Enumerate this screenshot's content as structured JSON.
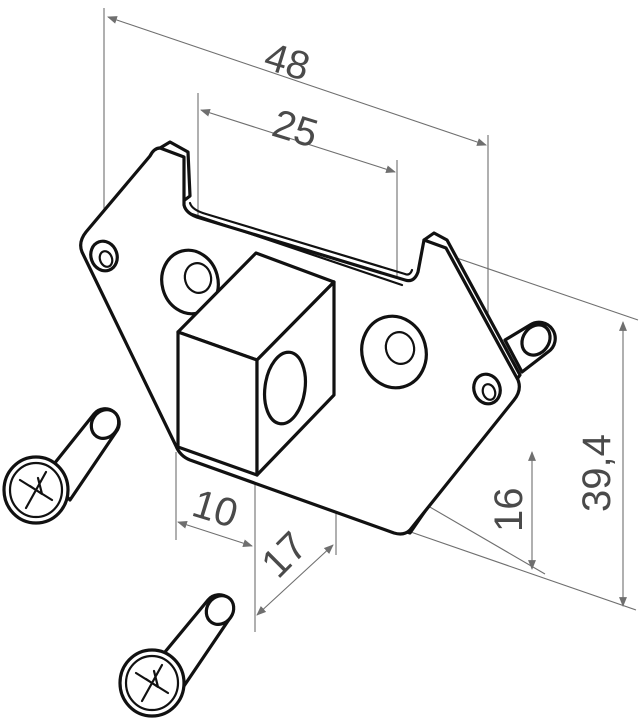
{
  "drawing": {
    "dimensions": {
      "overall_width": "48",
      "hole_spacing": "25",
      "overall_height": "39,4",
      "mount_height": "16",
      "block_depth": "10",
      "block_width": "17"
    },
    "parts": [
      "mounting-plate",
      "square-block",
      "countersunk-screw",
      "countersunk-screw",
      "pin"
    ],
    "line_color": "#111111",
    "dimension_color": "#6f6f6f"
  }
}
